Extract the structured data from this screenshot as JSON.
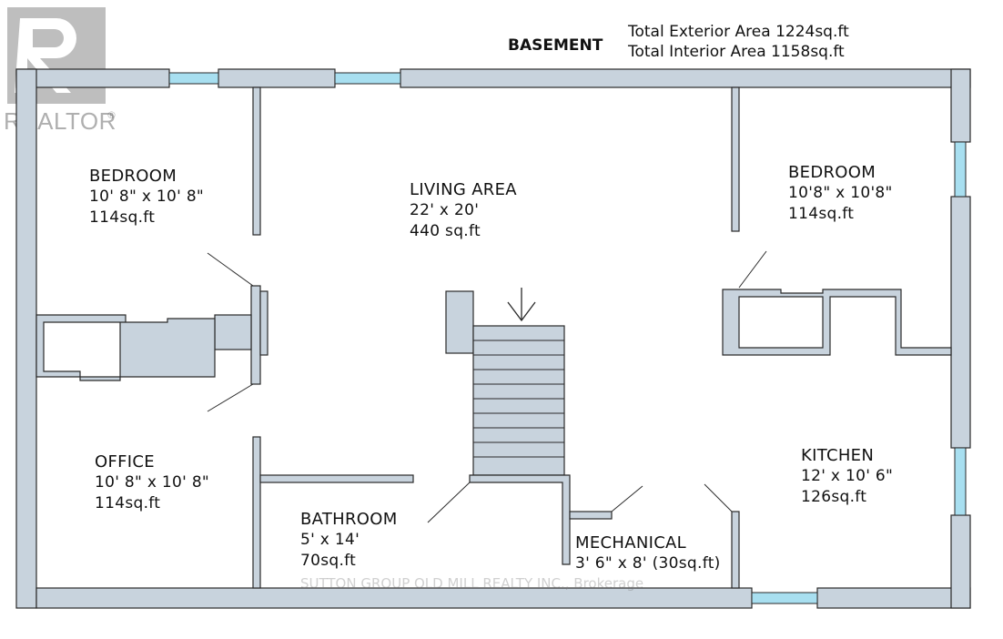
{
  "plan": {
    "title": "BASEMENT",
    "totals": {
      "exterior": "Total Exterior Area 1224sq.ft",
      "interior": "Total Interior Area 1158sq.ft"
    },
    "rooms": {
      "bedroom_left": {
        "name": "BEDROOM",
        "dims": "10' 8\" x 10' 8\"",
        "area": "114sq.ft"
      },
      "living": {
        "name": "LIVING AREA",
        "dims": "22' x 20'",
        "area": "440 sq.ft"
      },
      "bedroom_right": {
        "name": "BEDROOM",
        "dims": "10'8\" x 10'8\"",
        "area": "114sq.ft"
      },
      "office": {
        "name": "OFFICE",
        "dims": "10' 8\" x 10' 8\"",
        "area": "114sq.ft"
      },
      "kitchen": {
        "name": "KITCHEN",
        "dims": "12' x 10' 6\"",
        "area": "126sq.ft"
      },
      "bathroom": {
        "name": "BATHROOM",
        "dims": "5' x 14'",
        "area": "70sq.ft"
      },
      "mechanical": {
        "name": "MECHANICAL",
        "dims": "3' 6\" x 8' (30sq.ft)"
      }
    },
    "watermark": "SUTTON GROUP OLD MILL REALTY INC., Brokerage",
    "logo_text": "REALTOR",
    "colors": {
      "wall": "#c8d3dd",
      "wall_stroke": "#2a2a2a",
      "window": "#a8dff0"
    }
  }
}
